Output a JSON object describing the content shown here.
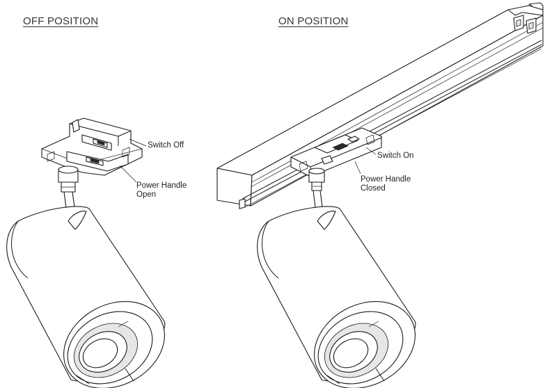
{
  "headings": {
    "off": "OFF POSITION",
    "on": "ON POSITION"
  },
  "labels": {
    "switch_off": "Switch Off",
    "power_handle_open": [
      "Power Handle",
      "Open"
    ],
    "switch_on": "Switch On",
    "power_handle_closed": [
      "Power Handle",
      "Closed"
    ]
  },
  "colors": {
    "line": "#1a1a1a",
    "background": "#ffffff"
  }
}
